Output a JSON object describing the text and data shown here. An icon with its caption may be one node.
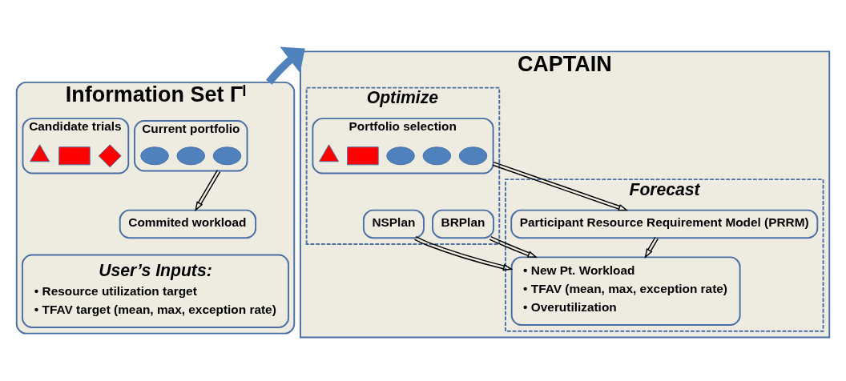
{
  "diagram": {
    "nodes": [
      {
        "text": [
          "Information Set Γˡ"
        ]
      },
      {
        "text": [
          "Current portfolio"
        ],
        "in": 0
      },
      {
        "text": [],
        "shape": "ellipse",
        "in": 1
      },
      {
        "text": [],
        "shape": "ellipse",
        "in": 1
      },
      {
        "text": [],
        "shape": "ellipse",
        "in": 1
      },
      {
        "text": [
          "Commited workload"
        ],
        "in": 0
      },
      {
        "text": [
          "Candidate trials"
        ],
        "in": 0
      },
      {
        "text": [],
        "shape": "diamond",
        "in": 6
      },
      {
        "text": [],
        "shape": "box",
        "in": 6
      },
      {
        "text": [],
        "shape": "triangle",
        "in": 6
      },
      {
        "text": [
          "User’s Inputs:",
          "• Resource utilization target",
          "• TFAV target (mean, max, exception rate)"
        ],
        "in": 0
      },
      {
        "text": [
          "CAPTAIN"
        ]
      },
      {
        "text": [
          "Optimize"
        ],
        "in": 11
      },
      {
        "text": [
          "Portfolio selection"
        ],
        "in": 12
      },
      {
        "text": [],
        "shape": "ellipse",
        "in": 13
      },
      {
        "text": [],
        "shape": "ellipse",
        "in": 13
      },
      {
        "text": [],
        "shape": "ellipse",
        "in": 13
      },
      {
        "text": [],
        "shape": "box",
        "in": 13
      },
      {
        "text": [],
        "shape": "triangle",
        "in": 13
      },
      {
        "text": [
          "BRPlan"
        ],
        "in": 12
      },
      {
        "text": [
          "NSPlan"
        ],
        "in": 12
      },
      {
        "text": [
          "Forecast"
        ],
        "in": 11
      },
      {
        "text": [
          "Participant Resource Requirement Model (PRRM)"
        ],
        "in": 21
      },
      {
        "text": [
          "• New Pt. Workload",
          "• TFAV (mean, max, exception rate)",
          "• Overutilization"
        ],
        "in": 21
      }
    ],
    "edges": [
      {
        "from": 1,
        "to": 5,
        "arrow": "to"
      },
      {
        "from": 0,
        "to": 11,
        "arrow": "to",
        "style": "thick",
        "color": "#4f81bd"
      },
      {
        "from": 13,
        "to": 22,
        "arrow": "to"
      },
      {
        "from": 19,
        "to": 23,
        "arrow": "to"
      },
      {
        "from": 20,
        "to": 23,
        "arrow": "to"
      },
      {
        "from": 22,
        "to": 23,
        "arrow": "to"
      }
    ]
  }
}
